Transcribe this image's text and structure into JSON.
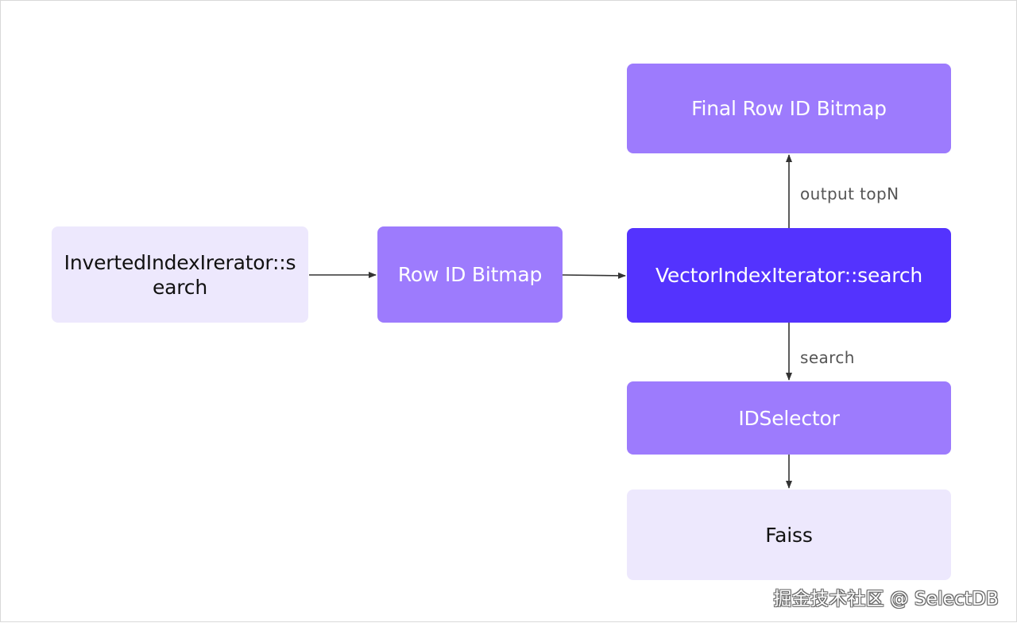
{
  "nodes": {
    "inverted_index": {
      "line1": "InvertedIndexIrerator::s",
      "line2": "earch"
    },
    "row_id_bitmap": {
      "label": "Row ID Bitmap"
    },
    "vector_index": {
      "label": "VectorIndexIterator::search"
    },
    "final_row_id_bitmap": {
      "label": "Final Row ID Bitmap"
    },
    "id_selector": {
      "label": "IDSelector"
    },
    "faiss": {
      "label": "Faiss"
    }
  },
  "edges": {
    "output_topn": {
      "label": "output topN"
    },
    "search": {
      "label": "search"
    }
  },
  "watermark": {
    "text": "掘金技术社区 @ SelectDB"
  },
  "colors": {
    "light_node": "#ede8fd",
    "mid_node": "#9d7bfd",
    "dark_node": "#5433fe",
    "arrow": "#333333"
  }
}
